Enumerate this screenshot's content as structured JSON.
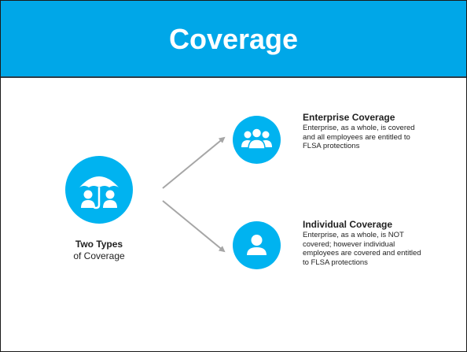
{
  "slide": {
    "title": "Coverage",
    "main": {
      "label_bold": "Two Types",
      "label_rest": "of Coverage",
      "icon": "umbrella-people-icon"
    },
    "items": [
      {
        "title": "Enterprise Coverage",
        "body": "Enterprise, as a whole, is covered and all employees are entitled to FLSA protections",
        "icon": "group-people-icon"
      },
      {
        "title": "Individual Coverage",
        "body": "Enterprise, as a whole, is NOT covered; however individual employees are covered and entitled to FLSA protections",
        "icon": "single-person-icon"
      }
    ]
  },
  "colors": {
    "header": "#00a7e8",
    "circle": "#00b3f0",
    "arrow": "#a6a6a6",
    "title_text": "#ffffff"
  }
}
